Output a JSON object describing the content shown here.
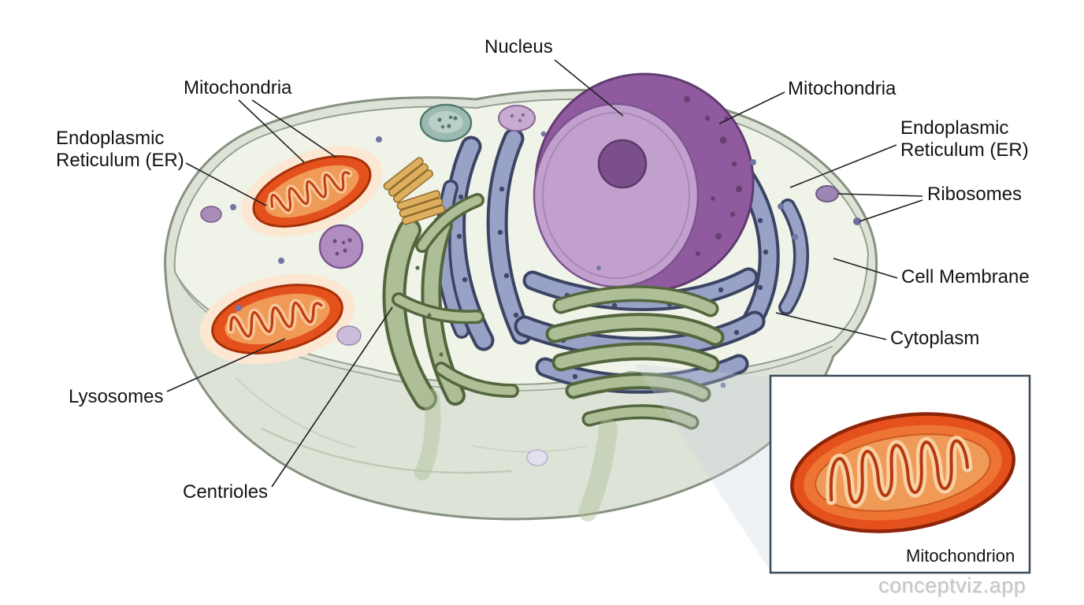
{
  "diagram": {
    "type": "labeled-illustration",
    "subject": "Animal cell anatomy cutaway",
    "labels": {
      "nucleus": "Nucleus",
      "mitochondria_left": "Mitochondria",
      "mitochondria_right": "Mitochondria",
      "er_left": "Endoplasmic Reticulum (ER)",
      "er_right": "Endoplasmic Reticulum (ER)",
      "ribosomes": "Ribosomes",
      "cell_membrane": "Cell Membrane",
      "cytoplasm": "Cytoplasm",
      "lysosomes": "Lysosomes",
      "centrioles": "Centrioles"
    },
    "inset": {
      "caption": "Mitochondrion"
    },
    "watermark": "conceptviz.app",
    "colors": {
      "cell_exterior": "#dde3d7",
      "cell_interior": "#f0f3e8",
      "membrane_line": "#87917f",
      "nucleus_back": "#8f5a9e",
      "nucleus_face": "#c2a0cd",
      "nucleolus": "#7b4f8a",
      "er": "#98a2c7",
      "er_outline": "#3c4463",
      "golgi": "#aebe97",
      "golgi_outline": "#54663e",
      "mitochondrion_outer": "#e4511c",
      "mitochondrion_inner": "#f09a58",
      "mitochondrion_outline": "#a63108",
      "centriole": "#ddaf5e",
      "lysosome": "#b08cc0",
      "inset_border": "#3a4a5a",
      "label_color": "#141414"
    }
  }
}
